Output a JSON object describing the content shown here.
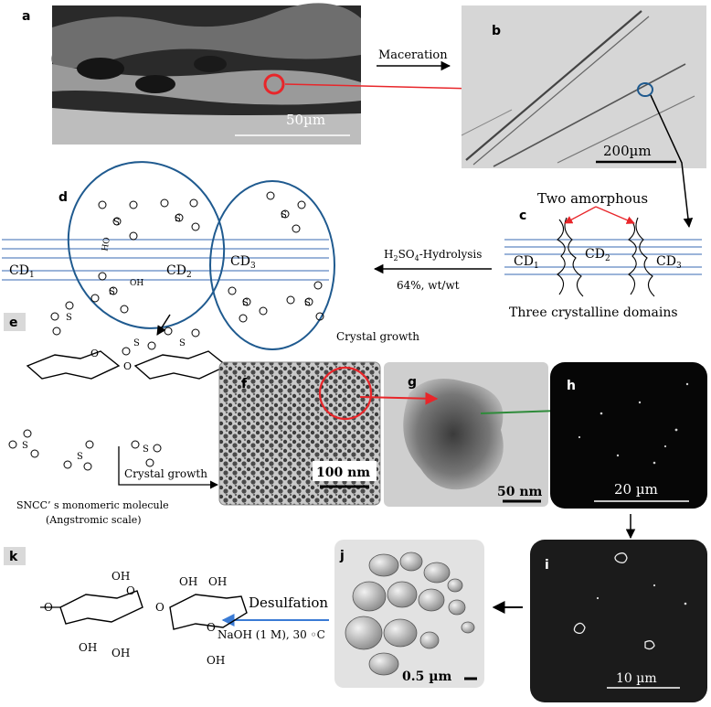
{
  "panels": {
    "a": "a",
    "b": "b",
    "c": "c",
    "d": "d",
    "e": "e",
    "f": "f",
    "g": "g",
    "h": "h",
    "i": "i",
    "j": "j",
    "k": "k"
  },
  "scale_bars": {
    "a": "50µm",
    "b": "200µm",
    "f": "100 nm",
    "g": "50 nm",
    "h": "20 µm",
    "i": "10 µm",
    "j": "0.5 µm"
  },
  "steps": {
    "maceration": "Maceration",
    "hydrolysis_reagent": "H2SO4-Hydrolysis",
    "hydrolysis_conc": "64%, wt/wt",
    "crystal_growth_top": "Crystal growth",
    "crystal_growth_bottom": "Crystal growth",
    "desulfation": "Desulfation",
    "desulfation_cond": "NaOH (1 M), 30 ◦C"
  },
  "domains": {
    "two_amorphous": "Two amorphous",
    "three_crystalline": "Three crystalline domains",
    "cd1": "CD1",
    "cd2": "CD2",
    "cd3": "CD3"
  },
  "molecule": {
    "caption_line1": "SNCC’ s monomeric molecule",
    "caption_line2": "(Angstromic scale)"
  },
  "chem_labels": {
    "S": "S",
    "O": "O",
    "HO": "HO",
    "OH": "OH"
  },
  "colors": {
    "red_arrow": "#e8262a",
    "blue_ellipse": "#1f5a8f",
    "fiber_line": "#5f87c2",
    "green_arrow": "#2e8b3a",
    "blue_arrow": "#3a7bd5",
    "panel_label_bg": "#d9d9d9"
  }
}
